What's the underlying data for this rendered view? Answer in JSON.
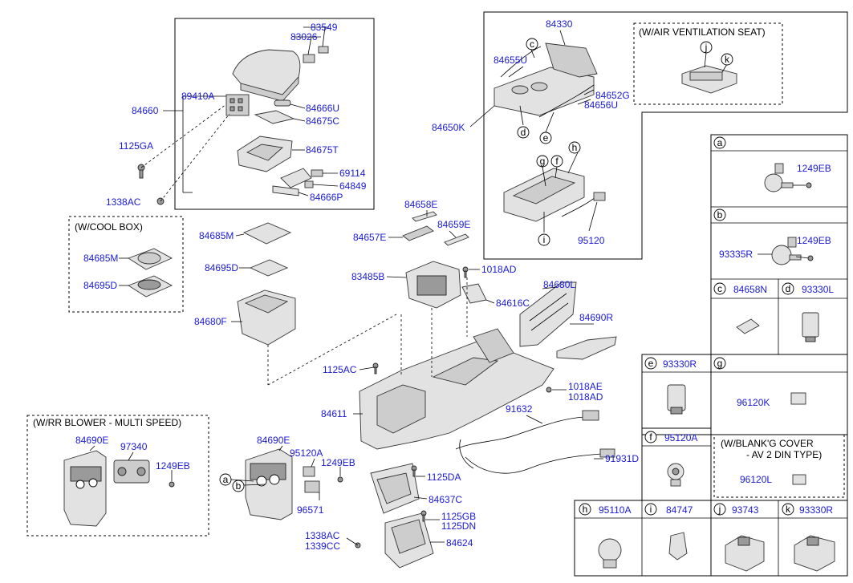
{
  "boxes": {
    "cool_box": "(W/COOL BOX)",
    "rr_blower": "(W/RR BLOWER - MULTI SPEED)",
    "air_vent": "(W/AIR VENTILATION SEAT)",
    "blank_cover_1": "(W/BLANK'G COVER",
    "blank_cover_2": "- AV 2 DIN TYPE)"
  },
  "callouts": {
    "a": "a",
    "b": "b",
    "c": "c",
    "d": "d",
    "e": "e",
    "f": "f",
    "g": "g",
    "h": "h",
    "i": "i",
    "j": "j",
    "k": "k"
  },
  "parts": {
    "p83549": "83549",
    "p83026": "83026",
    "p89410A": "89410A",
    "p84660": "84660",
    "p84666U": "84666U",
    "p84675C": "84675C",
    "p1125GA": "1125GA",
    "p84675T": "84675T",
    "p69114": "69114",
    "p64849": "64849",
    "p84666P": "84666P",
    "p1338AC_top": "1338AC",
    "p84685M_cb": "84685M",
    "p84695D_cb": "84695D",
    "p84685M": "84685M",
    "p84695D": "84695D",
    "p84680F": "84680F",
    "p84330": "84330",
    "p84655U": "84655U",
    "p84652G": "84652G",
    "p84656U": "84656U",
    "p84650K": "84650K",
    "p95120_top": "95120",
    "p84658E": "84658E",
    "p84659E": "84659E",
    "p84657E": "84657E",
    "p1018AD_top": "1018AD",
    "p83485B": "83485B",
    "p84680L": "84680L",
    "p84616C": "84616C",
    "p84690R": "84690R",
    "p1125AC": "1125AC",
    "p1018AE": "1018AE",
    "p1018AD": "1018AD",
    "p84611": "84611",
    "p91632": "91632",
    "p91931D": "91931D",
    "p84690E_rr": "84690E",
    "p97340": "97340",
    "p1249EB_rr": "1249EB",
    "p84690E": "84690E",
    "p95120A_main": "95120A",
    "p1249EB_main": "1249EB",
    "p96571": "96571",
    "p1125DA": "1125DA",
    "p84637C": "84637C",
    "p1125GB": "1125GB",
    "p1125DN": "1125DN",
    "p1338AC_bot": "1338AC",
    "p1339CC": "1339CC",
    "p84624": "84624",
    "p1249EB_a": "1249EB",
    "p93335R": "93335R",
    "p1249EB_b": "1249EB",
    "p84658N": "84658N",
    "p93330L": "93330L",
    "p93330R_e": "93330R",
    "p96120K": "96120K",
    "p95120A_f": "95120A",
    "p96120L": "96120L",
    "p95110A": "95110A",
    "p84747": "84747",
    "p93743": "93743",
    "p93330R_k": "93330R"
  }
}
